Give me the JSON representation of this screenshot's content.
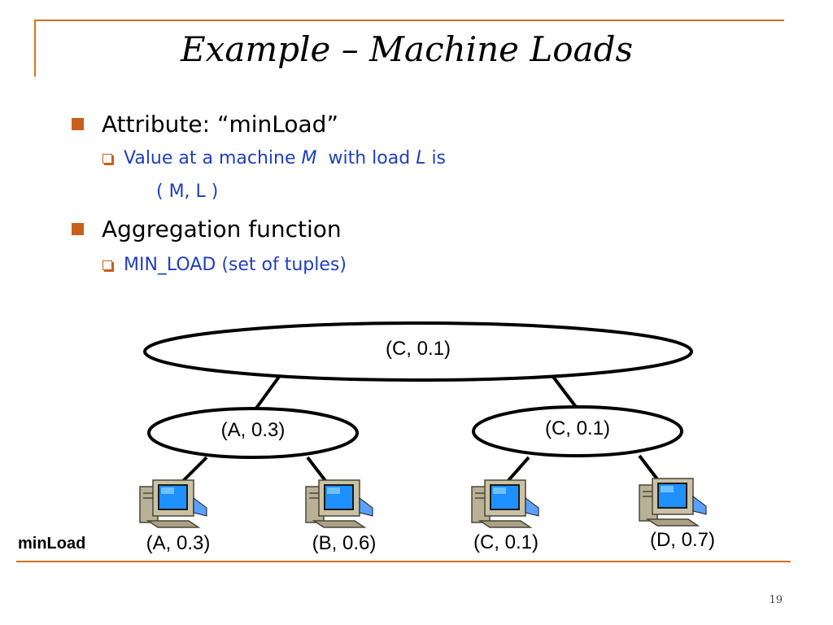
{
  "slide": {
    "title": "Example – Machine Loads",
    "page_number": "19"
  },
  "bullets": [
    {
      "text": "Attribute: “minLoad”",
      "sub": [
        {
          "line1_pre": "Value at a machine ",
          "line1_M": "M",
          "line1_mid": "  with load ",
          "line1_L": "L",
          "line1_post": " is",
          "line2": "( M, L )"
        }
      ]
    },
    {
      "text": "Aggregation function",
      "sub": [
        {
          "line1": "MIN_LOAD (set of tuples)"
        }
      ]
    }
  ],
  "tree": {
    "root": "(C, 0.1)",
    "mid_left": "(A, 0.3)",
    "mid_right": "(C, 0.1)",
    "leaves": [
      "(A, 0.3)",
      "(B, 0.6)",
      "(C, 0.1)",
      "(D, 0.7)"
    ]
  },
  "legend_label": "minLoad",
  "colors": {
    "accent": "#d4711f",
    "subtext": "#1f3fbf"
  }
}
